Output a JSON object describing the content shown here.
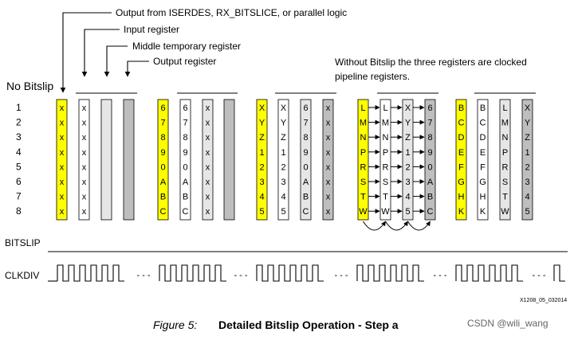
{
  "callouts": {
    "output_from": "Output from ISERDES, RX_BITSLICE, or parallel logic",
    "input_register": "Input register",
    "middle_register": "Middle temporary register",
    "output_register": "Output register"
  },
  "note_lines": [
    "Without Bitslip the three registers are clocked",
    "pipeline registers."
  ],
  "no_bitslip_label": "No Bitslip",
  "row_numbers": [
    "1",
    "2",
    "3",
    "4",
    "5",
    "6",
    "7",
    "8"
  ],
  "groups": [
    {
      "columns": [
        {
          "fill": "#ffff00",
          "chars": [
            "x",
            "x",
            "x",
            "x",
            "x",
            "x",
            "x",
            "x"
          ]
        },
        {
          "fill": "#ffffff",
          "chars": [
            "x",
            "x",
            "x",
            "x",
            "x",
            "x",
            "x",
            "x"
          ]
        },
        {
          "fill": "#e6e6e6",
          "chars": [
            "",
            "",
            "",
            "",
            "",
            "",
            "",
            ""
          ]
        },
        {
          "fill": "#bebebe",
          "chars": [
            "",
            "",
            "",
            "",
            "",
            "",
            "",
            ""
          ]
        }
      ]
    },
    {
      "columns": [
        {
          "fill": "#ffff00",
          "chars": [
            "6",
            "7",
            "8",
            "9",
            "0",
            "A",
            "B",
            "C"
          ]
        },
        {
          "fill": "#ffffff",
          "chars": [
            "6",
            "7",
            "8",
            "9",
            "0",
            "A",
            "B",
            "C"
          ]
        },
        {
          "fill": "#e6e6e6",
          "chars": [
            "x",
            "x",
            "x",
            "x",
            "x",
            "x",
            "x",
            "x"
          ]
        },
        {
          "fill": "#bebebe",
          "chars": [
            "",
            "",
            "",
            "",
            "",
            "",
            "",
            ""
          ]
        }
      ]
    },
    {
      "columns": [
        {
          "fill": "#ffff00",
          "chars": [
            "X",
            "Y",
            "Z",
            "1",
            "2",
            "3",
            "4",
            "5"
          ]
        },
        {
          "fill": "#ffffff",
          "chars": [
            "X",
            "Y",
            "Z",
            "1",
            "2",
            "3",
            "4",
            "5"
          ]
        },
        {
          "fill": "#e6e6e6",
          "chars": [
            "6",
            "7",
            "8",
            "9",
            "0",
            "A",
            "B",
            "C"
          ]
        },
        {
          "fill": "#bebebe",
          "chars": [
            "x",
            "x",
            "x",
            "x",
            "x",
            "x",
            "x",
            "x"
          ]
        }
      ]
    },
    {
      "columns": [
        {
          "fill": "#ffff00",
          "chars": [
            "L",
            "M",
            "N",
            "P",
            "R",
            "S",
            "T",
            "W"
          ]
        },
        {
          "fill": "#ffffff",
          "chars": [
            "L",
            "M",
            "N",
            "P",
            "R",
            "S",
            "T",
            "W"
          ]
        },
        {
          "fill": "#e6e6e6",
          "chars": [
            "X",
            "Y",
            "Z",
            "1",
            "2",
            "3",
            "4",
            "5"
          ]
        },
        {
          "fill": "#bebebe",
          "chars": [
            "6",
            "7",
            "8",
            "9",
            "0",
            "A",
            "B",
            "C"
          ]
        }
      ]
    },
    {
      "columns": [
        {
          "fill": "#ffff00",
          "chars": [
            "B",
            "C",
            "D",
            "E",
            "F",
            "G",
            "H",
            "K"
          ]
        },
        {
          "fill": "#ffffff",
          "chars": [
            "B",
            "C",
            "D",
            "E",
            "F",
            "G",
            "H",
            "K"
          ]
        },
        {
          "fill": "#e6e6e6",
          "chars": [
            "L",
            "M",
            "N",
            "P",
            "R",
            "S",
            "T",
            "W"
          ]
        },
        {
          "fill": "#bebebe",
          "chars": [
            "X",
            "Y",
            "Z",
            "1",
            "2",
            "3",
            "4",
            "5"
          ]
        }
      ]
    }
  ],
  "bitslip_label": "BITSLIP",
  "clkdiv_label": "CLKDIV",
  "clock_gap": "- - -",
  "figure_id": "X1208_05_032014",
  "caption": {
    "number": "Figure 5:",
    "title": "Detailed Bitslip Operation - Step a"
  },
  "watermark": "CSDN @wili_wang"
}
